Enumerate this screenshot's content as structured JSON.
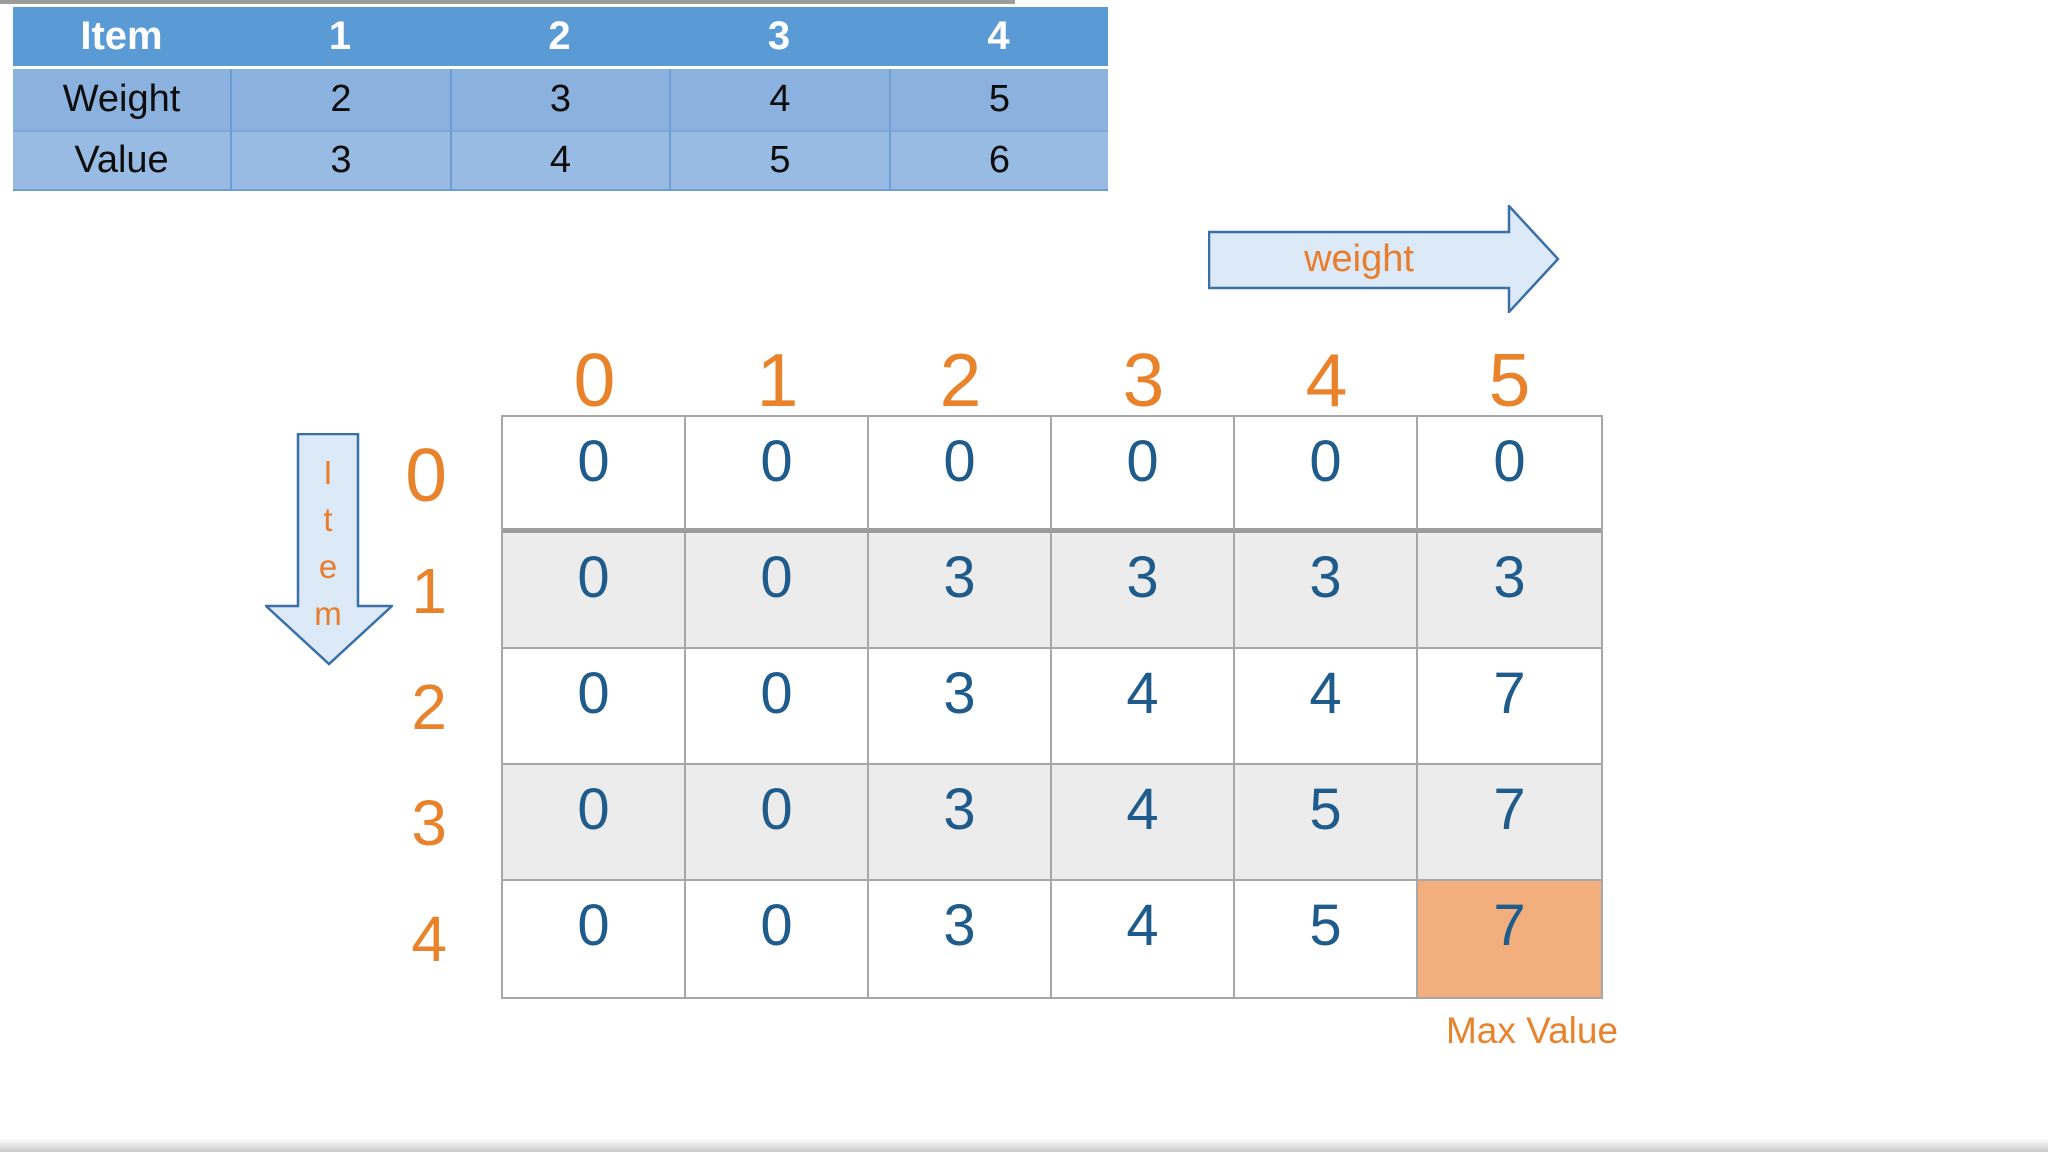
{
  "items_table": {
    "header": [
      "Item",
      "1",
      "2",
      "3",
      "4"
    ],
    "rows": [
      {
        "label": "Weight",
        "values": [
          "2",
          "3",
          "4",
          "5"
        ]
      },
      {
        "label": "Value",
        "values": [
          "3",
          "4",
          "5",
          "6"
        ]
      }
    ]
  },
  "weight_arrow": {
    "label": "weight"
  },
  "item_arrow": {
    "letters": [
      "I",
      "t",
      "e",
      "m"
    ]
  },
  "dp_table": {
    "col_headers": [
      "0",
      "1",
      "2",
      "3",
      "4",
      "5"
    ],
    "row_headers": [
      "0",
      "1",
      "2",
      "3",
      "4"
    ],
    "rows": [
      [
        "0",
        "0",
        "0",
        "0",
        "0",
        "0"
      ],
      [
        "0",
        "0",
        "3",
        "3",
        "3",
        "3"
      ],
      [
        "0",
        "0",
        "3",
        "4",
        "4",
        "7"
      ],
      [
        "0",
        "0",
        "3",
        "4",
        "5",
        "7"
      ],
      [
        "0",
        "0",
        "3",
        "4",
        "5",
        "7"
      ]
    ],
    "highlight_cell": {
      "row": 4,
      "col": 5,
      "value": "7"
    },
    "max_value_label": "Max Value"
  },
  "colors": {
    "header_blue": "#5B9BD5",
    "row_blue_weight": "#8BB2DE",
    "row_blue_value": "#97BBE3",
    "orange_accent": "#E8832C",
    "dark_blue_text": "#1F5C8B",
    "highlight_orange": "#F3AE7E",
    "grid_border_gray": "#A7A7A7",
    "arrow_fill": "#DCE9F6",
    "arrow_border": "#3A70A8"
  }
}
